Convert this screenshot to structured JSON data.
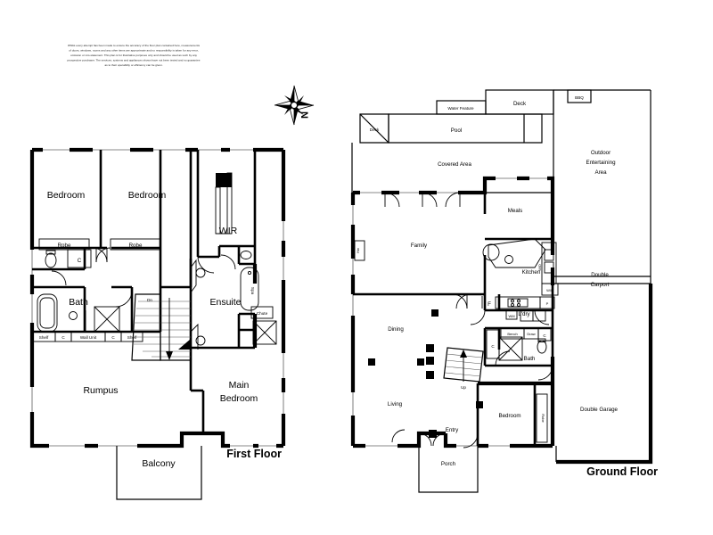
{
  "document": {
    "type": "real-estate-floor-plan",
    "disclaimer": [
      "Whilst every attempt has been made to ensure the accuracy of the floor plan contained here, measurements",
      "of doors, windows, rooms and any other items are approximate and no responsibility is taken for any error,",
      "omission or mis-statement. This plan is for illustrative purposes only and should be used as such by any",
      "prospective purchaser. The services, systems and appliances shown have not been tested and no guarantee",
      "as to their operability or efficiency can be given."
    ]
  },
  "compass": {
    "label": "N",
    "icon": "compass-rose-icon"
  },
  "floors": [
    {
      "id": "first-floor",
      "title": "First Floor",
      "rooms": [
        {
          "name": "Bedroom",
          "label": "Bedroom"
        },
        {
          "name": "Bedroom",
          "label": "Bedroom"
        },
        {
          "name": "WIR",
          "label": "WIR"
        },
        {
          "name": "Bath",
          "label": "Bath"
        },
        {
          "name": "Ensuite",
          "label": "Ensuite"
        },
        {
          "name": "Rumpus",
          "label": "Rumpus"
        },
        {
          "name": "Main Bedroom",
          "label_line1": "Main",
          "label_line2": "Bedroom"
        },
        {
          "name": "Balcony",
          "label": "Balcony"
        }
      ],
      "fixtures": [
        {
          "label": "Robe"
        },
        {
          "label": "Robe"
        },
        {
          "label": "C"
        },
        {
          "label": "Shelf"
        },
        {
          "label": "C"
        },
        {
          "label": "Wall Unit"
        },
        {
          "label": "C"
        },
        {
          "label": "Shelf"
        },
        {
          "label": "Spa"
        },
        {
          "label": "Chute"
        }
      ],
      "stairs": {
        "direction_label": "Dn"
      }
    },
    {
      "id": "ground-floor",
      "title": "Ground Floor",
      "rooms": [
        {
          "name": "Deck",
          "label": "Deck"
        },
        {
          "name": "Water Feature",
          "label": "Water Feature"
        },
        {
          "name": "Deck",
          "label": "Deck"
        },
        {
          "name": "BBQ",
          "label": "BBQ"
        },
        {
          "name": "Pool",
          "label": "Pool"
        },
        {
          "name": "Covered Area",
          "label": "Covered Area"
        },
        {
          "name": "Outdoor Entertaining Area",
          "label_line1": "Outdoor",
          "label_line2": "Entertaining",
          "label_line3": "Area"
        },
        {
          "name": "Meals",
          "label": "Meals"
        },
        {
          "name": "Family",
          "label": "Family"
        },
        {
          "name": "Kitchen",
          "label": "Kitchen"
        },
        {
          "name": "Double Carport",
          "label_line1": "Double",
          "label_line2": "Carport"
        },
        {
          "name": "L'dry",
          "label": "L'dry"
        },
        {
          "name": "Dining",
          "label": "Dining"
        },
        {
          "name": "Bath",
          "label": "Bath"
        },
        {
          "name": "Living",
          "label": "Living"
        },
        {
          "name": "Bedroom",
          "label": "Bedroom"
        },
        {
          "name": "Double Garage",
          "label": "Double Garage"
        },
        {
          "name": "Entry",
          "label": "Entry"
        },
        {
          "name": "Porch",
          "label": "Porch"
        }
      ],
      "fixtures": [
        {
          "label": "Hw"
        },
        {
          "label": "W/D"
        },
        {
          "label": "F"
        },
        {
          "label": "P"
        },
        {
          "label": "WM"
        },
        {
          "label": "Bench"
        },
        {
          "label": "Draw"
        },
        {
          "label": "C"
        },
        {
          "label": "C"
        },
        {
          "label": "Robe"
        }
      ],
      "stairs": {
        "direction_label": "Up"
      }
    }
  ],
  "colors": {
    "background": "#ffffff",
    "wall": "#000000",
    "fixture_line": "#000000",
    "stair_tread": "#555555",
    "text": "#000000"
  }
}
